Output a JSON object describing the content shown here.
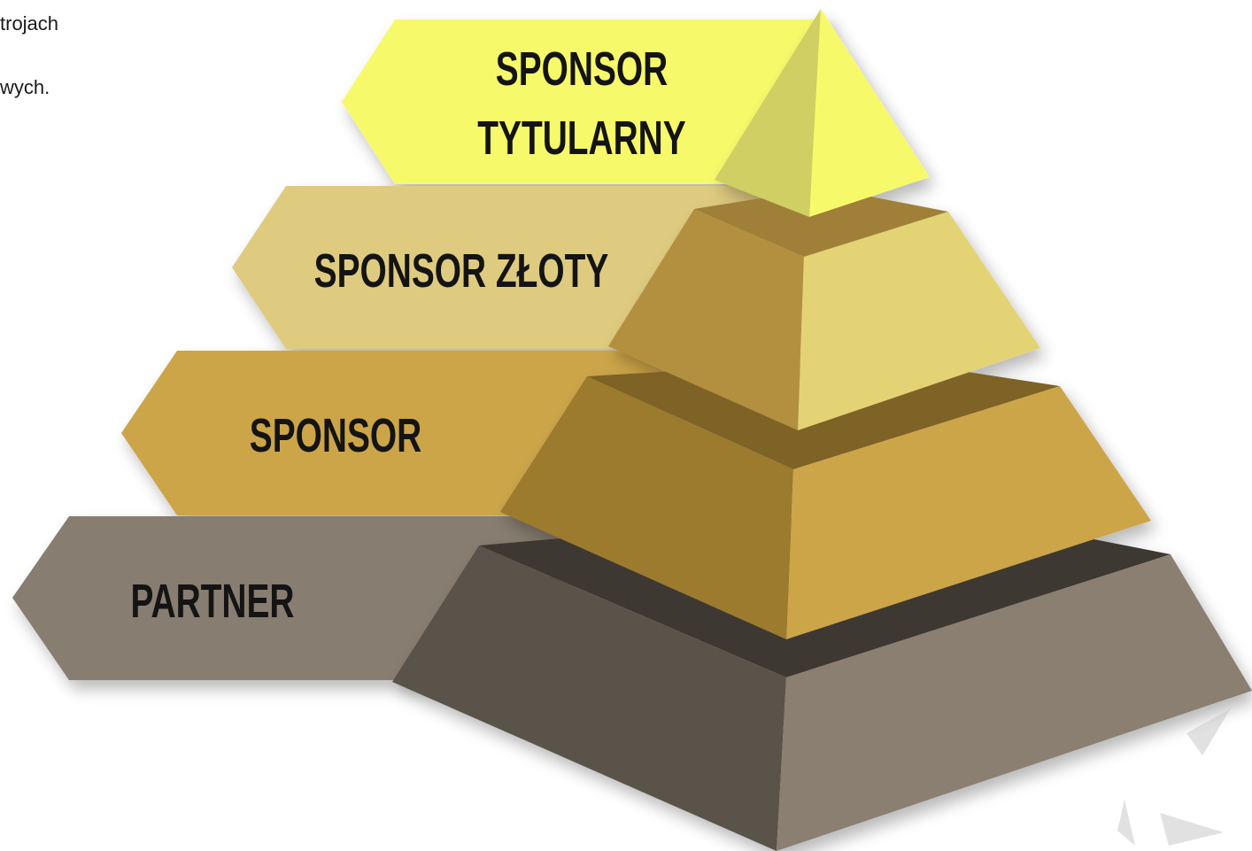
{
  "text_fragments": [
    "trojach",
    "wych."
  ],
  "tiers": [
    {
      "label_lines": [
        "SPONSOR",
        "TYTULARNY"
      ]
    },
    {
      "label_lines": [
        "SPONSOR ZŁOTY"
      ]
    },
    {
      "label_lines": [
        "SPONSOR"
      ]
    },
    {
      "label_lines": [
        "PARTNER"
      ]
    }
  ],
  "colors": {
    "tier_1_banner": "#f6fa6a",
    "tier_2_banner": "#decb80",
    "tier_3_banner": "#cca54a",
    "tier_4_banner": "#877d6f",
    "label_text": "#141414"
  }
}
